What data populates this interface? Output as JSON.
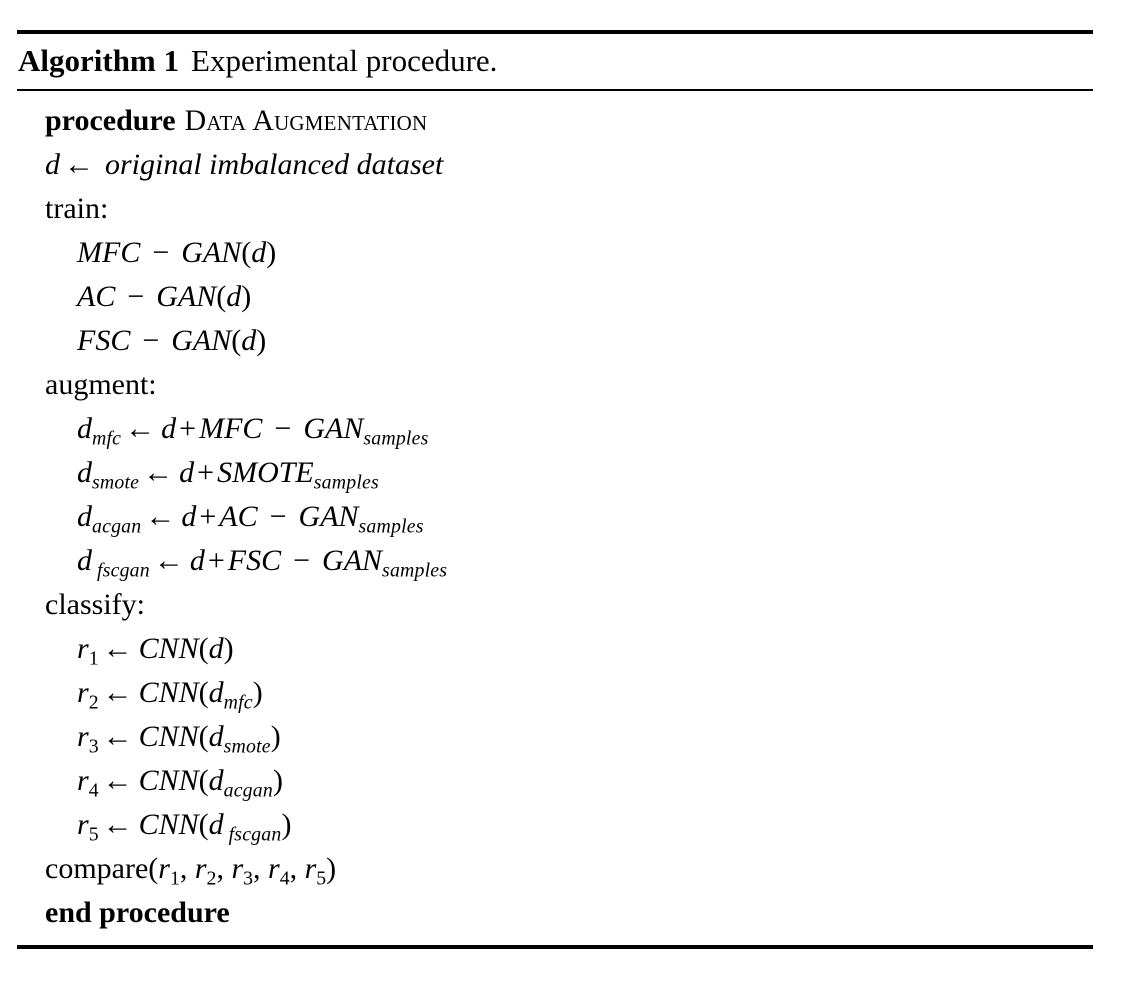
{
  "algorithm": {
    "label": "Algorithm 1",
    "title": "Experimental procedure.",
    "lines": {
      "procedure_keyword": "procedure",
      "procedure_name": "Data Augmentation",
      "dataset_var": "d",
      "dataset_arrow": "←",
      "dataset_desc": "original imbalanced dataset",
      "train_label": "train:",
      "train_calls": [
        {
          "model": "MFC",
          "op": "−",
          "fn": "GAN",
          "arg": "d"
        },
        {
          "model": "AC",
          "op": "−",
          "fn": "GAN",
          "arg": "d"
        },
        {
          "model": "FSC",
          "op": "−",
          "fn": "GAN",
          "arg": "d"
        }
      ],
      "augment_label": "augment:",
      "augment_assignments": [
        {
          "lhs": "d",
          "lhs_sub": "mfc",
          "arrow": "←",
          "base": "d",
          "plus": "+",
          "model": "MFC",
          "op": "−",
          "fn": "GAN",
          "fn_sub": "samples"
        },
        {
          "lhs": "d",
          "lhs_sub": "smote",
          "arrow": "←",
          "base": "d",
          "plus": "+",
          "model": "",
          "op": "",
          "fn": "SMOTE",
          "fn_sub": "samples"
        },
        {
          "lhs": "d",
          "lhs_sub": "acgan",
          "arrow": "←",
          "base": "d",
          "plus": "+",
          "model": "AC",
          "op": "−",
          "fn": "GAN",
          "fn_sub": "samples"
        },
        {
          "lhs": "d",
          "lhs_sub": "fscgan",
          "arrow": "←",
          "base": "d",
          "plus": "+",
          "model": "FSC",
          "op": "−",
          "fn": "GAN",
          "fn_sub": "samples"
        }
      ],
      "classify_label": "classify:",
      "classify_assignments": [
        {
          "lhs": "r",
          "lhs_sub": "1",
          "arrow": "←",
          "fn": "CNN",
          "arg": "d",
          "arg_sub": ""
        },
        {
          "lhs": "r",
          "lhs_sub": "2",
          "arrow": "←",
          "fn": "CNN",
          "arg": "d",
          "arg_sub": "mfc"
        },
        {
          "lhs": "r",
          "lhs_sub": "3",
          "arrow": "←",
          "fn": "CNN",
          "arg": "d",
          "arg_sub": "smote"
        },
        {
          "lhs": "r",
          "lhs_sub": "4",
          "arrow": "←",
          "fn": "CNN",
          "arg": "d",
          "arg_sub": "acgan"
        },
        {
          "lhs": "r",
          "lhs_sub": "5",
          "arrow": "←",
          "fn": "CNN",
          "arg": "d",
          "arg_sub": "fscgan"
        }
      ],
      "compare_fn": "compare",
      "compare_args": [
        {
          "name": "r",
          "sub": "1"
        },
        {
          "name": "r",
          "sub": "2"
        },
        {
          "name": "r",
          "sub": "3"
        },
        {
          "name": "r",
          "sub": "4"
        },
        {
          "name": "r",
          "sub": "5"
        }
      ],
      "end_keyword": "end procedure"
    }
  },
  "colors": {
    "text": "#000000",
    "background": "#ffffff",
    "rule": "#000000"
  }
}
